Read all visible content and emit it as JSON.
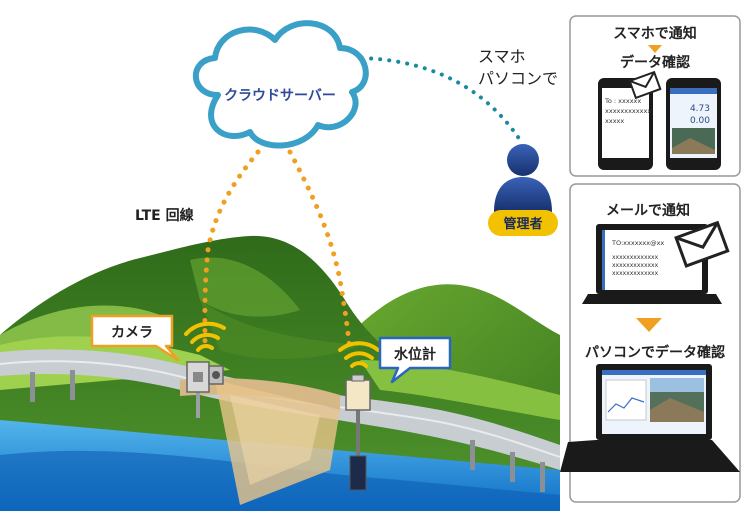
{
  "cloud": {
    "label": "クラウドサーバー"
  },
  "network": {
    "label": "LTE 回線"
  },
  "user": {
    "line1": "スマホ",
    "line2": "パソコンで",
    "badge": "管理者"
  },
  "devices": {
    "camera": "カメラ",
    "water_gauge": "水位計"
  },
  "phone_panel": {
    "title": "スマホで通知",
    "subtitle": "データ確認",
    "phone_to": "To : xxxxxx",
    "phone_lines": [
      "xxxxxxxxxxxx",
      "xxxxx"
    ],
    "reading_top": "4.73",
    "reading_bottom": "0.00"
  },
  "pc_panel": {
    "title": "メールで通知",
    "mail_to": "TO:xxxxxxx@xx",
    "mail_lines": [
      "xxxxxxxxxxxxx",
      "xxxxxxxxxxxxx",
      "xxxxxxxxxxxxx"
    ],
    "bottom_title": "パソコンでデータ確認"
  },
  "colors": {
    "dots": "#f0a020",
    "cloud_dots": "#1a8aa0",
    "cloud_fill": "#ffffff",
    "cloud_stroke": "#3aa0c8",
    "cloud_text": "#2e4a9a",
    "mountain_dark": "#3f7a22",
    "mountain_light": "#7ab23a",
    "water": "#1a7fd0",
    "user_blue": "#1f3f8c",
    "badge_yellow": "#f2c200",
    "arrow_orange": "#f0a020"
  }
}
